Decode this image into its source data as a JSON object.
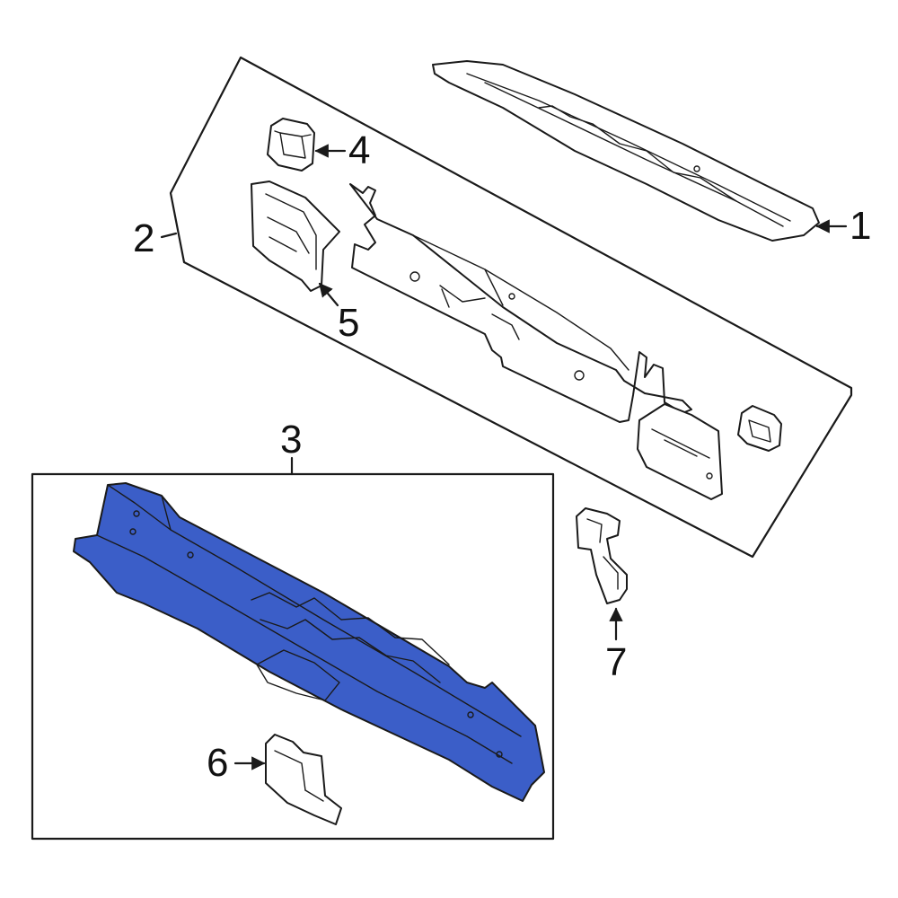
{
  "colors": {
    "line": "#1a1a1a",
    "background": "#ffffff",
    "highlight": "#3b5ec8"
  },
  "callouts": {
    "c1": "1",
    "c2": "2",
    "c3": "3",
    "c4": "4",
    "c5": "5",
    "c6": "6",
    "c7": "7"
  }
}
